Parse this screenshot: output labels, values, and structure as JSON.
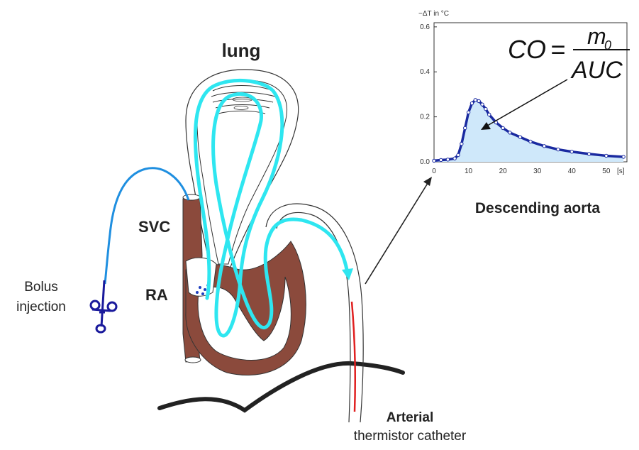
{
  "labels": {
    "lung": "lung",
    "svc": "SVC",
    "ra": "RA",
    "bolus_line1": "Bolus",
    "bolus_line2": "injection",
    "descending_aorta": "Descending aorta",
    "arterial": "Arterial",
    "thermistor": "thermistor catheter"
  },
  "equation": {
    "lhs": "CO",
    "equals": "=",
    "numerator": "m",
    "numerator_subscript": "0",
    "denominator": "AUC"
  },
  "colors": {
    "flow": "#2ee6f0",
    "heart": "#8b4a3c",
    "catheter": "#1f8fe0",
    "syringe": "#1a1a9c",
    "thermistor": "#e02020",
    "curve": "#1a2aa0",
    "area_fill": "#cfe8fa"
  },
  "chart_data": {
    "type": "area",
    "ylabel": "−ΔT in °C",
    "xunit": "[s]",
    "xlim": [
      0,
      56
    ],
    "ylim": [
      0,
      0.65
    ],
    "x_ticks": [
      0,
      10,
      20,
      30,
      40,
      50
    ],
    "y_ticks": [
      0.0,
      0.2,
      0.4,
      0.6
    ],
    "x_tick_labels": [
      "0",
      "10",
      "20",
      "30",
      "40",
      "50"
    ],
    "y_tick_labels": [
      "0.0",
      "0.2",
      "0.4",
      "0.6"
    ],
    "series": [
      {
        "x": [
          0,
          2,
          4,
          6,
          7,
          8,
          9,
          10,
          11,
          12,
          13,
          14,
          15,
          16,
          18,
          20,
          22,
          25,
          28,
          32,
          36,
          40,
          45,
          50,
          55
        ],
        "y": [
          0.005,
          0.008,
          0.01,
          0.015,
          0.03,
          0.08,
          0.15,
          0.22,
          0.26,
          0.275,
          0.27,
          0.255,
          0.235,
          0.21,
          0.175,
          0.15,
          0.13,
          0.11,
          0.09,
          0.07,
          0.055,
          0.045,
          0.035,
          0.027,
          0.022
        ]
      }
    ]
  }
}
